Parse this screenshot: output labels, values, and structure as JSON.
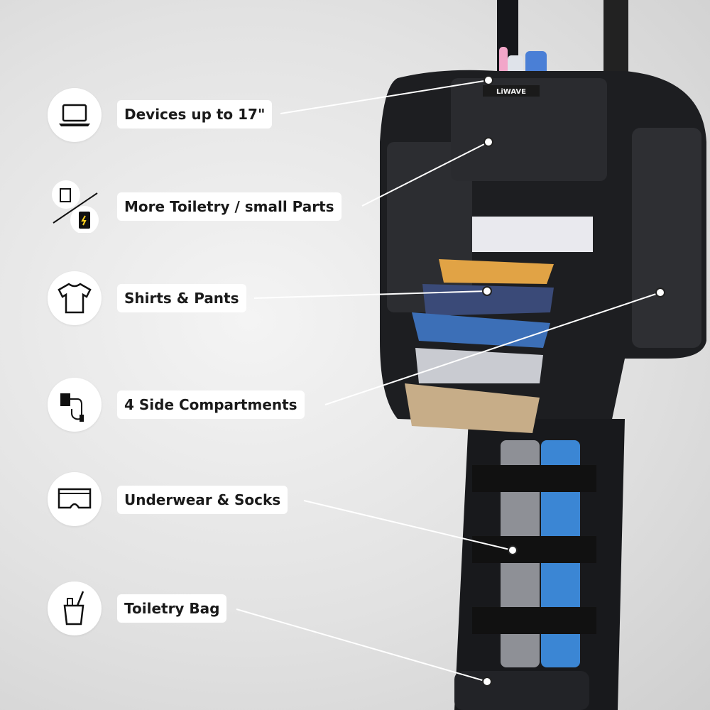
{
  "brand": "LiWAVE",
  "features": [
    {
      "label": "Devices up to 17\"",
      "icon": "laptop-icon"
    },
    {
      "label": "More Toiletry / small Parts",
      "icon": "toiletry-powerbank-icon"
    },
    {
      "label": "Shirts & Pants",
      "icon": "tshirt-icon"
    },
    {
      "label": "4 Side Compartments",
      "icon": "charger-cable-icon"
    },
    {
      "label": "Underwear & Socks",
      "icon": "underwear-icon"
    },
    {
      "label": "Toiletry Bag",
      "icon": "toothbrush-cup-icon"
    }
  ],
  "colors": {
    "bag": "#1d1e21",
    "line": "#ffffff",
    "label_bg": "#ffffff"
  }
}
